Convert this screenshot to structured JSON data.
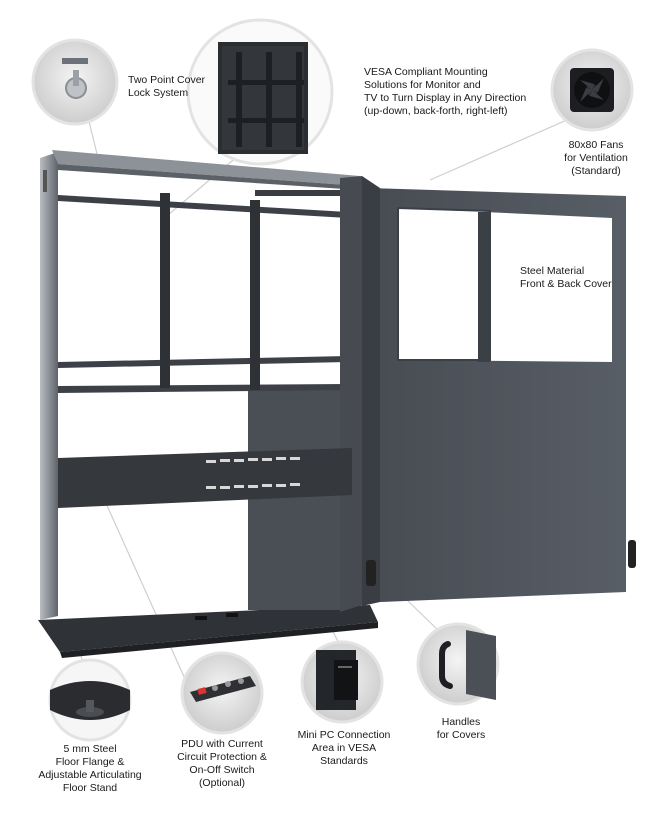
{
  "callouts": {
    "lock": {
      "lines": [
        "Two Point Cover",
        "Lock System"
      ],
      "icon": "lock-icon"
    },
    "vesa": {
      "lines": [
        "VESA Compliant Mounting",
        "Solutions for Monitor and",
        "TV to Turn Display in Any Direction",
        "(up-down, back-forth, right-left)"
      ],
      "icon": "vesa-mount-icon"
    },
    "fans": {
      "lines": [
        "80x80 Fans",
        "for Ventilation",
        "(Standard)"
      ],
      "icon": "fan-icon"
    },
    "steel": {
      "lines": [
        "Steel Material",
        "Front & Back Cover"
      ]
    },
    "floor": {
      "lines": [
        "5 mm Steel",
        "Floor Flange &",
        "Adjustable Articulating",
        "Floor Stand"
      ],
      "icon": "floor-stand-icon"
    },
    "pdu": {
      "lines": [
        "PDU with Current",
        "Circuit Protection &",
        "On-Off Switch",
        "(Optional)"
      ],
      "icon": "power-strip-icon"
    },
    "minipc": {
      "lines": [
        "Mini PC Connection",
        "Area in VESA",
        "Standards"
      ],
      "icon": "mini-pc-icon"
    },
    "handles": {
      "lines": [
        "Handles",
        "for Covers"
      ],
      "icon": "handle-icon"
    }
  },
  "colors": {
    "frame": "#3a3d42",
    "panel": "#4b5057",
    "cover": "#4e545b",
    "steel_edge": "#9aa0a6",
    "leader": "#c8c8c8"
  }
}
